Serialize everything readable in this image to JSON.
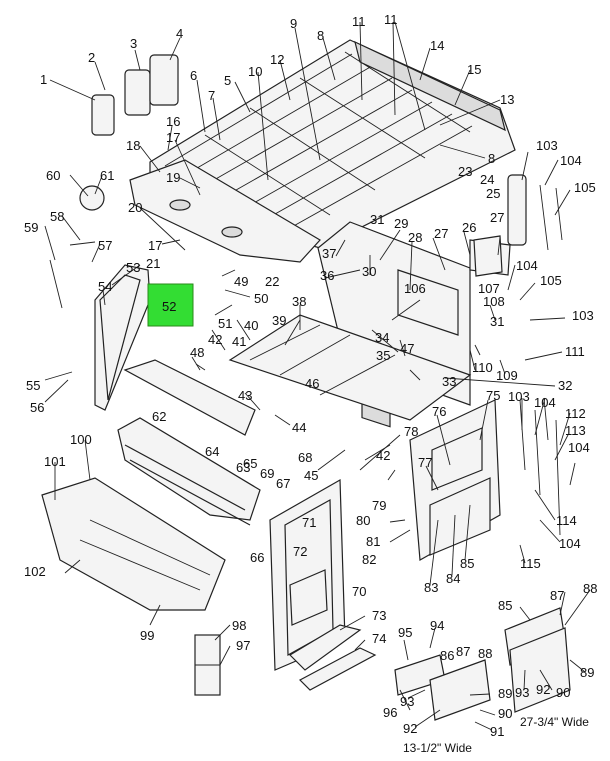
{
  "colors": {
    "highlight": "#33dd33",
    "line": "#222222",
    "paper": "#ffffff"
  },
  "callouts": {
    "n1": "1",
    "n2": "2",
    "n3": "3",
    "n4": "4",
    "n5": "5",
    "n6": "6",
    "n7": "7",
    "n8a": "8",
    "n8b": "8",
    "n9": "9",
    "n10": "10",
    "n11a": "11",
    "n11b": "11",
    "n12": "12",
    "n13": "13",
    "n14": "14",
    "n15": "15",
    "n16": "16",
    "n17a": "17",
    "n17b": "17",
    "n18": "18",
    "n19": "19",
    "n20": "20",
    "n21": "21",
    "n22": "22",
    "n23": "23",
    "n24": "24",
    "n25": "25",
    "n26": "26",
    "n27a": "27",
    "n27b": "27",
    "n28": "28",
    "n29": "29",
    "n30": "30",
    "n31a": "31",
    "n31b": "31",
    "n32": "32",
    "n33": "33",
    "n34": "34",
    "n35": "35",
    "n36": "36",
    "n37": "37",
    "n38": "38",
    "n39": "39",
    "n40": "40",
    "n41": "41",
    "n42a": "42",
    "n42b": "42",
    "n43": "43",
    "n44": "44",
    "n45": "45",
    "n46": "46",
    "n47": "47",
    "n48": "48",
    "n49": "49",
    "n50": "50",
    "n51": "51",
    "n52": "52",
    "n53": "53",
    "n54": "54",
    "n55": "55",
    "n56": "56",
    "n57": "57",
    "n58": "58",
    "n59": "59",
    "n60": "60",
    "n61": "61",
    "n62": "62",
    "n63": "63",
    "n64": "64",
    "n65": "65",
    "n66": "66",
    "n67": "67",
    "n68": "68",
    "n69": "69",
    "n70": "70",
    "n71": "71",
    "n72": "72",
    "n73": "73",
    "n74": "74",
    "n75": "75",
    "n76": "76",
    "n77": "77",
    "n78": "78",
    "n79": "79",
    "n80": "80",
    "n81": "81",
    "n82": "82",
    "n83": "83",
    "n84": "84",
    "n85a": "85",
    "n85b": "85",
    "n86": "86",
    "n87a": "87",
    "n87b": "87",
    "n88a": "88",
    "n88b": "88",
    "n89a": "89",
    "n89b": "89",
    "n90a": "90",
    "n90b": "90",
    "n91": "91",
    "n92a": "92",
    "n92b": "92",
    "n93a": "93",
    "n93b": "93",
    "n94": "94",
    "n95": "95",
    "n96": "96",
    "n97": "97",
    "n98": "98",
    "n99": "99",
    "n100": "100",
    "n101": "101",
    "n102": "102",
    "n103a": "103",
    "n103b": "103",
    "n103c": "103",
    "n104a": "104",
    "n104b": "104",
    "n104c": "104",
    "n104d": "104",
    "n104e": "104",
    "n105a": "105",
    "n105b": "105",
    "n106": "106",
    "n107": "107",
    "n108": "108",
    "n109": "109",
    "n110": "110",
    "n111": "111",
    "n112": "112",
    "n113": "113",
    "n114": "114",
    "n115": "115"
  },
  "captions": {
    "small_wide": "13-1/2\" Wide",
    "large_wide": "27-3/4\" Wide"
  }
}
